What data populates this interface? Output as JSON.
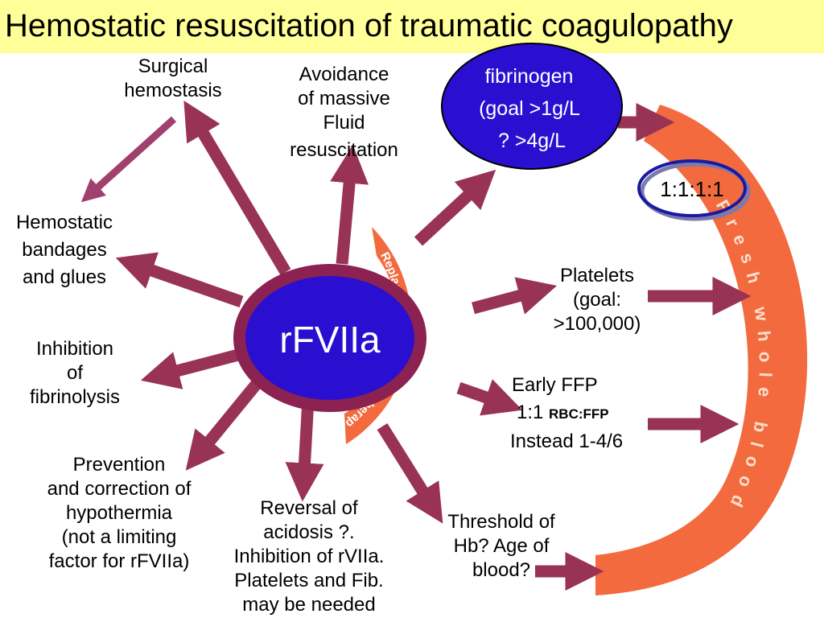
{
  "title": "Hemostatic resuscitation of traumatic coagulopathy",
  "center": {
    "label": "rFVIIa"
  },
  "arc_inner": {
    "label": "Replacement coagulation therapy"
  },
  "arc_outer": {
    "label": "Fresh whole blood"
  },
  "fibrinogen": {
    "line1": "fibrinogen",
    "line2": "(goal >1g/L",
    "line3": "? >4g/L"
  },
  "ratio": {
    "label": "1:1:1:1"
  },
  "nodes": {
    "surgical": [
      "Surgical",
      "hemostasis"
    ],
    "avoidance": [
      "Avoidance",
      "of massive",
      "Fluid",
      "resuscitation"
    ],
    "bandages": [
      "Hemostatic",
      "bandages",
      "and glues"
    ],
    "fibrinolysis": [
      "Inhibition",
      "of",
      "fibrinolysis"
    ],
    "hypothermia": [
      "Prevention",
      "and correction of",
      "hypothermia",
      "(not a limiting",
      "factor for rFVIIa)"
    ],
    "acidosis": [
      "Reversal of",
      "acidosis ?.",
      "Inhibition of rVIIa.",
      "Platelets and Fib.",
      "may be needed"
    ],
    "threshold": [
      "Threshold of",
      "Hb? Age of",
      "blood?"
    ],
    "platelets": [
      "Platelets",
      "(goal:",
      ">100,000)"
    ],
    "ffp": {
      "line1": "Early FFP",
      "line2_a": "1:1 ",
      "line2_b": "RBC:FFP",
      "line3": "Instead 1-4/6"
    }
  },
  "colors": {
    "title_bg": "#ffff99",
    "arrow": "#993355",
    "arrow_light": "#a0406e",
    "ring": "#8b2252",
    "center_fill": "#2a0fd0",
    "arc_orange": "#f26a3d",
    "fibrinogen_fill": "#2a0fd0",
    "ratio_ring": "#1a1aa0"
  }
}
